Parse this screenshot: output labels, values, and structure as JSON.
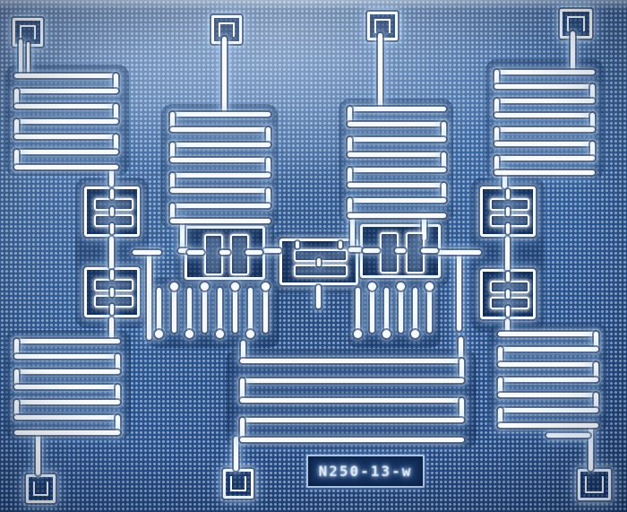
{
  "scene": {
    "type": "optical-micrograph",
    "subject": "superconducting quantum processor chip",
    "description": "Blue dark-field micrograph: meandered coplanar-waveguide resonators in each corner and mid-edges, two stacked qubit cells on the left and right, three coupled qubit cells in the center, two vertical finger-coupler combs, a serpentine bus, wire-bond launch pads, and an engraved die label."
  },
  "label": {
    "text": "N250-13-w"
  },
  "palette": {
    "bg_top": "#84a1c9",
    "bg_mid": "#33619f",
    "bg_bottom": "#264b82",
    "metal": "#f7fbff",
    "dot": "#dcebff",
    "plate_bg": "#132f5c",
    "plate_border": "#a9c4e4"
  },
  "inventory": {
    "launch_pads": 7,
    "meander_resonators": 7,
    "qubit_cells": 7,
    "finger_coupler_combs": 2,
    "die_label_plates": 1
  }
}
